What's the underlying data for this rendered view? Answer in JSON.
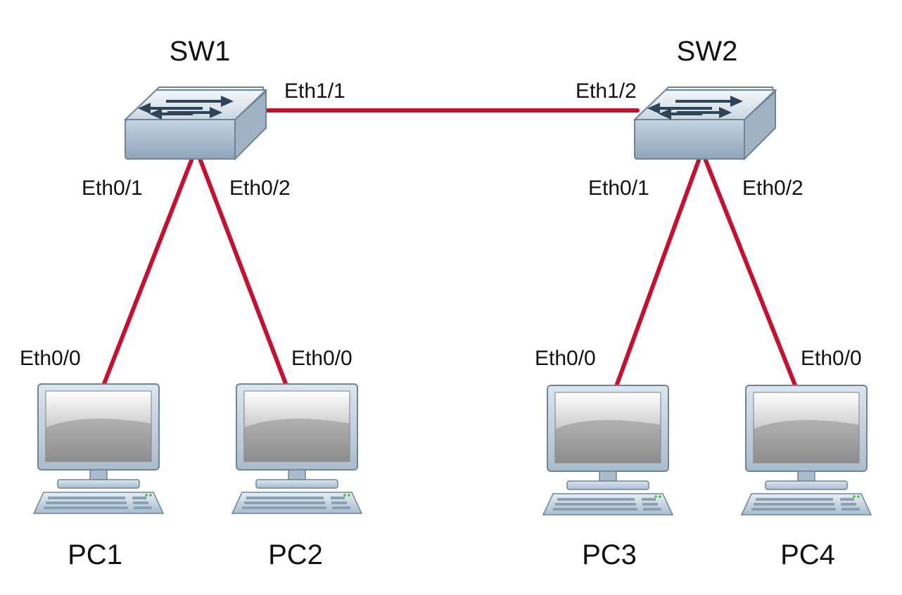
{
  "colors": {
    "link": "#c8102e",
    "device_body": "#b8c9d8",
    "device_edge": "#6f8596",
    "screen": "#9c9c9c"
  },
  "devices": {
    "sw1": {
      "name": "SW1",
      "icon": "switch-icon"
    },
    "sw2": {
      "name": "SW2",
      "icon": "switch-icon"
    },
    "pc1": {
      "name": "PC1",
      "icon": "pc-icon"
    },
    "pc2": {
      "name": "PC2",
      "icon": "pc-icon"
    },
    "pc3": {
      "name": "PC3",
      "icon": "pc-icon"
    },
    "pc4": {
      "name": "PC4",
      "icon": "pc-icon"
    }
  },
  "links": [
    {
      "from": "SW1",
      "from_port": "Eth1/1",
      "to": "SW2",
      "to_port": "Eth1/2"
    },
    {
      "from": "SW1",
      "from_port": "Eth0/1",
      "to": "PC1",
      "to_port": "Eth0/0"
    },
    {
      "from": "SW1",
      "from_port": "Eth0/2",
      "to": "PC2",
      "to_port": "Eth0/0"
    },
    {
      "from": "SW2",
      "from_port": "Eth0/1",
      "to": "PC3",
      "to_port": "Eth0/0"
    },
    {
      "from": "SW2",
      "from_port": "Eth0/2",
      "to": "PC4",
      "to_port": "Eth0/0"
    }
  ]
}
